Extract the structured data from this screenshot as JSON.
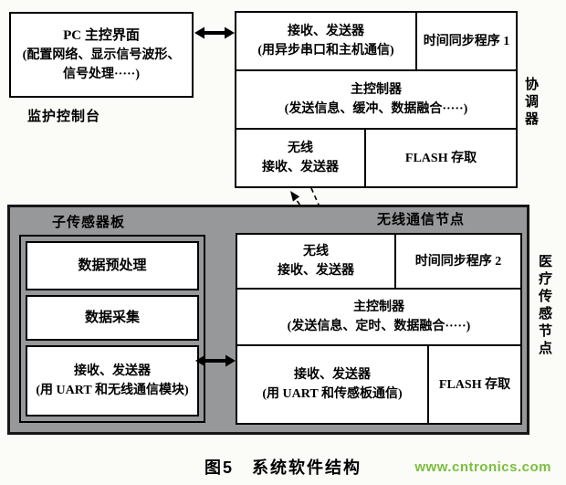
{
  "caption": "图5　系统软件结构",
  "watermark": "www.cntronics.com",
  "console": {
    "box_title": "PC 主控界面",
    "box_desc": "(配置网络、显示信号波形、信号处理·····)",
    "label": "监护控制台"
  },
  "coordinator": {
    "side_label": "协调器",
    "rx_title": "接收、发送器",
    "rx_desc": "(用异步串口和主机通信)",
    "time_sync": "时间同步程序 1",
    "ctrl_title": "主控制器",
    "ctrl_desc": "(发送信息、缓冲、数据融合·····)",
    "wireless": "无线\n接收、发送器",
    "flash": "FLASH 存取"
  },
  "node": {
    "side_label": "医疗传感节点",
    "board_label": "子传感器板",
    "node_label": "无线通信节点",
    "preprocess": "数据预处理",
    "collect": "数据采集",
    "board_rx_title": "接收、发送器",
    "board_rx_desc": "(用 UART 和无线通信模块)",
    "wireless": "无线\n接收、发送器",
    "time_sync": "时间同步程序 2",
    "ctrl_title": "主控制器",
    "ctrl_desc": "(发送信息、定时、数据融合·····)",
    "rx_title": "接收、发送器",
    "rx_desc": "(用 UART 和传感板通信)",
    "flash": "FLASH 存取"
  }
}
